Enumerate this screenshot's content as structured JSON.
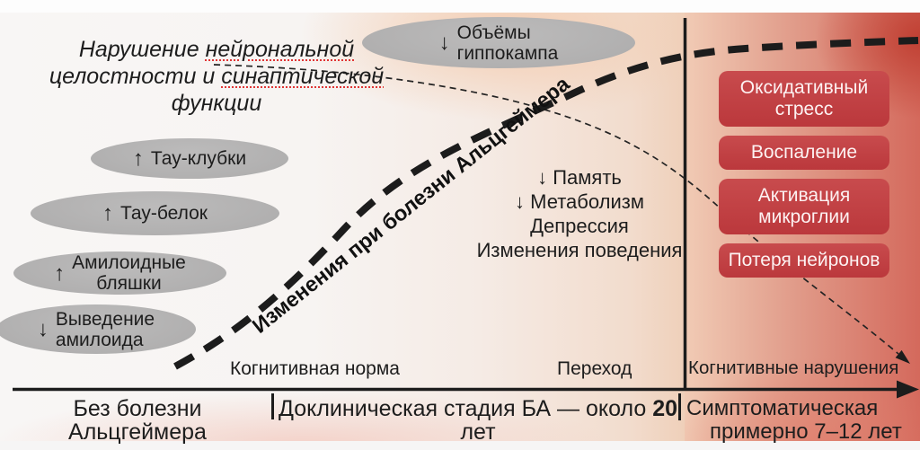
{
  "colors": {
    "box_red": "#bf3e41",
    "ellipse_gray": "#b5b4b4",
    "line_black": "#1c1c1c",
    "spellcheck_red": "#e03434"
  },
  "title": {
    "l1a": "Нарушение ",
    "l1b": "нейрональной",
    "l2a": "целостности и ",
    "l2b": "синаптической",
    "l2c": " функции"
  },
  "curve_label": "Изменения при болезни Альцгеймера",
  "ellipses": {
    "hippocampus": {
      "arrow": "↓",
      "line1": "Объёмы",
      "line2": "гиппокампа"
    },
    "tau_tangles": {
      "arrow": "↑",
      "line1": "Тау-клубки"
    },
    "tau_protein": {
      "arrow": "↑",
      "line1": "Тау-белок"
    },
    "amyloid_plaques": {
      "arrow": "↑",
      "line1": "Амилоидные",
      "line2": "бляшки"
    },
    "amyloid_clearance": {
      "arrow": "↓",
      "line1": "Выведение",
      "line2": "амилоида"
    }
  },
  "symptoms": {
    "s1": "↓ Память",
    "s2": "↓ Метаболизм",
    "s3": "Депрессия",
    "s4": "Изменения поведения"
  },
  "boxes": {
    "b1": "Оксидативный стресс",
    "b2": "Воспаление",
    "b3": "Активация микроглии",
    "b4": "Потеря нейронов"
  },
  "phases": {
    "norm": "Когнитивная норма",
    "transition": "Переход",
    "impairment": "Когнитивные нарушения"
  },
  "stages": {
    "none": "Без болезни Альцгеймера",
    "preclinical_pre": "Доклиническая стадия БА — около ",
    "preclinical_years": "20",
    "preclinical_post": " лет",
    "symptomatic_line1": "Симптоматическая",
    "symptomatic_line2": "примерно 7–12 лет"
  }
}
